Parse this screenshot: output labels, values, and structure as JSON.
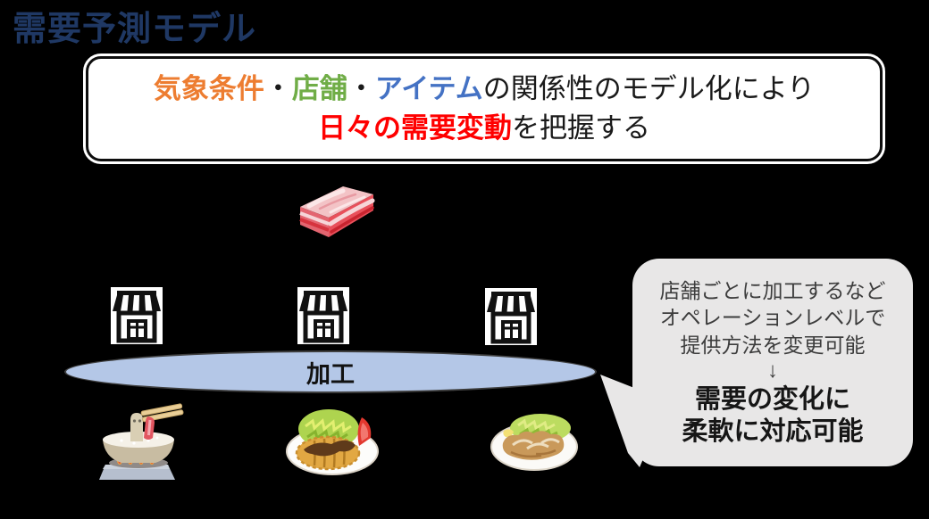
{
  "title": "需要予測モデル",
  "headline": {
    "line1": {
      "weather": "気象条件",
      "sep1": "・",
      "store": "店舗",
      "sep2": "・",
      "item": "アイテム",
      "rest": "の関係性のモデル化により"
    },
    "line2": {
      "demand": "日々の需要変動",
      "rest": "を把握する"
    }
  },
  "process_label": "加工",
  "bubble": {
    "line1": "店舗ごとに加工するなど",
    "line2": "オペレーションレベルで",
    "line3": "提供方法を変更可能",
    "arrow": "↓",
    "line4": "需要の変化に",
    "line5": "柔軟に対応可能"
  },
  "icons": {
    "meat": "meat-block-icon",
    "stores": [
      "storefront-icon",
      "storefront-icon",
      "storefront-icon"
    ],
    "foods": [
      "hotpot-icon",
      "tonkatsu-plate-icon",
      "ginger-pork-plate-icon"
    ]
  },
  "colors": {
    "background": "#000000",
    "title": "#1F3864",
    "weather": "#ED7D31",
    "store": "#70AD47",
    "item": "#4472C4",
    "demand": "#FF0000",
    "ellipse_fill": "#B4C7E7",
    "bubble_fill": "#E8E7E7",
    "box_fill": "#FFFFFF"
  }
}
